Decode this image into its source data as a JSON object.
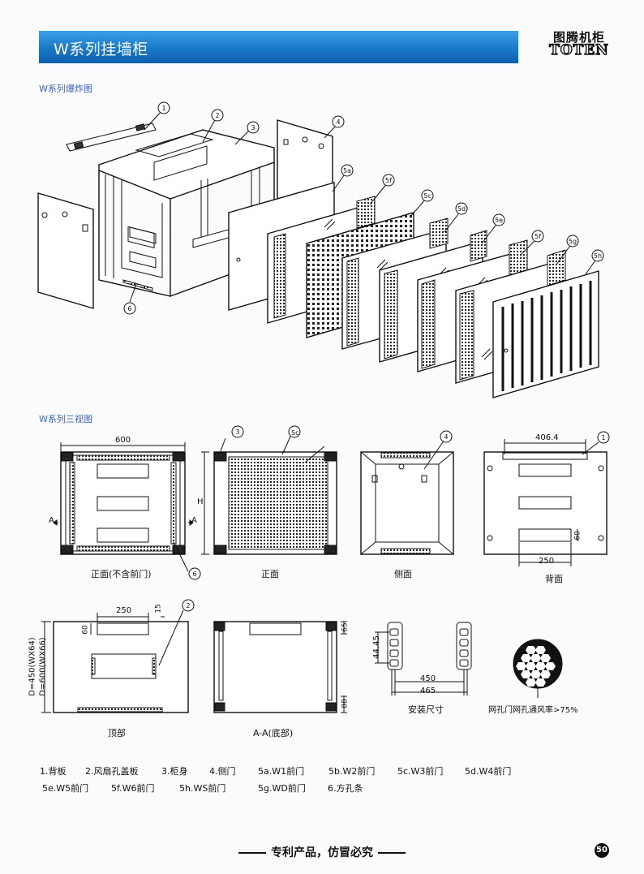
{
  "header": {
    "title": "W系列挂墙柜"
  },
  "logo": {
    "cn": "图腾机柜",
    "en": "TOTEN"
  },
  "sections": {
    "exploded": "W系列爆炸图",
    "three_view": "W系列三视图"
  },
  "callouts": [
    "1",
    "2",
    "3",
    "4",
    "5a",
    "5f",
    "5c",
    "5d",
    "5e",
    "5f",
    "5g",
    "5h",
    "6"
  ],
  "views": {
    "front_no_door": "正面(不含前门)",
    "front": "正面",
    "side": "侧面",
    "back": "背面",
    "top": "顶部",
    "bottom": "A-A(底部)",
    "mount_size": "安装尺寸",
    "mesh_vent": "网孔门网孔通风率>75%"
  },
  "dimensions": {
    "width_600": "600",
    "height_h": "H",
    "section_a_left": "A",
    "section_a_right": "A",
    "back_406": "406.4",
    "back_250": "250",
    "back_60": "60",
    "top_250": "250",
    "top_15": "15",
    "top_60": "60",
    "top_depth": "D=450(WX64)",
    "top_depth2": "D=600(WX66)",
    "bottom_65": "65",
    "bottom_88": "88",
    "mount_4445": "44.45",
    "mount_450": "450",
    "mount_465": "465"
  },
  "legend": [
    "1.背板",
    "2.风扇孔盖板",
    "3.柜身",
    "4.侧门",
    "5a.W1前门",
    "5b.W2前门",
    "5c.W3前门",
    "5d.W4前门",
    "5e.W5前门",
    "5f.W6前门",
    "5h.WS前门",
    "5g.WD前门",
    "6.方孔条"
  ],
  "footer": {
    "slogan": "专利产品，仿冒必究",
    "page": "50"
  }
}
